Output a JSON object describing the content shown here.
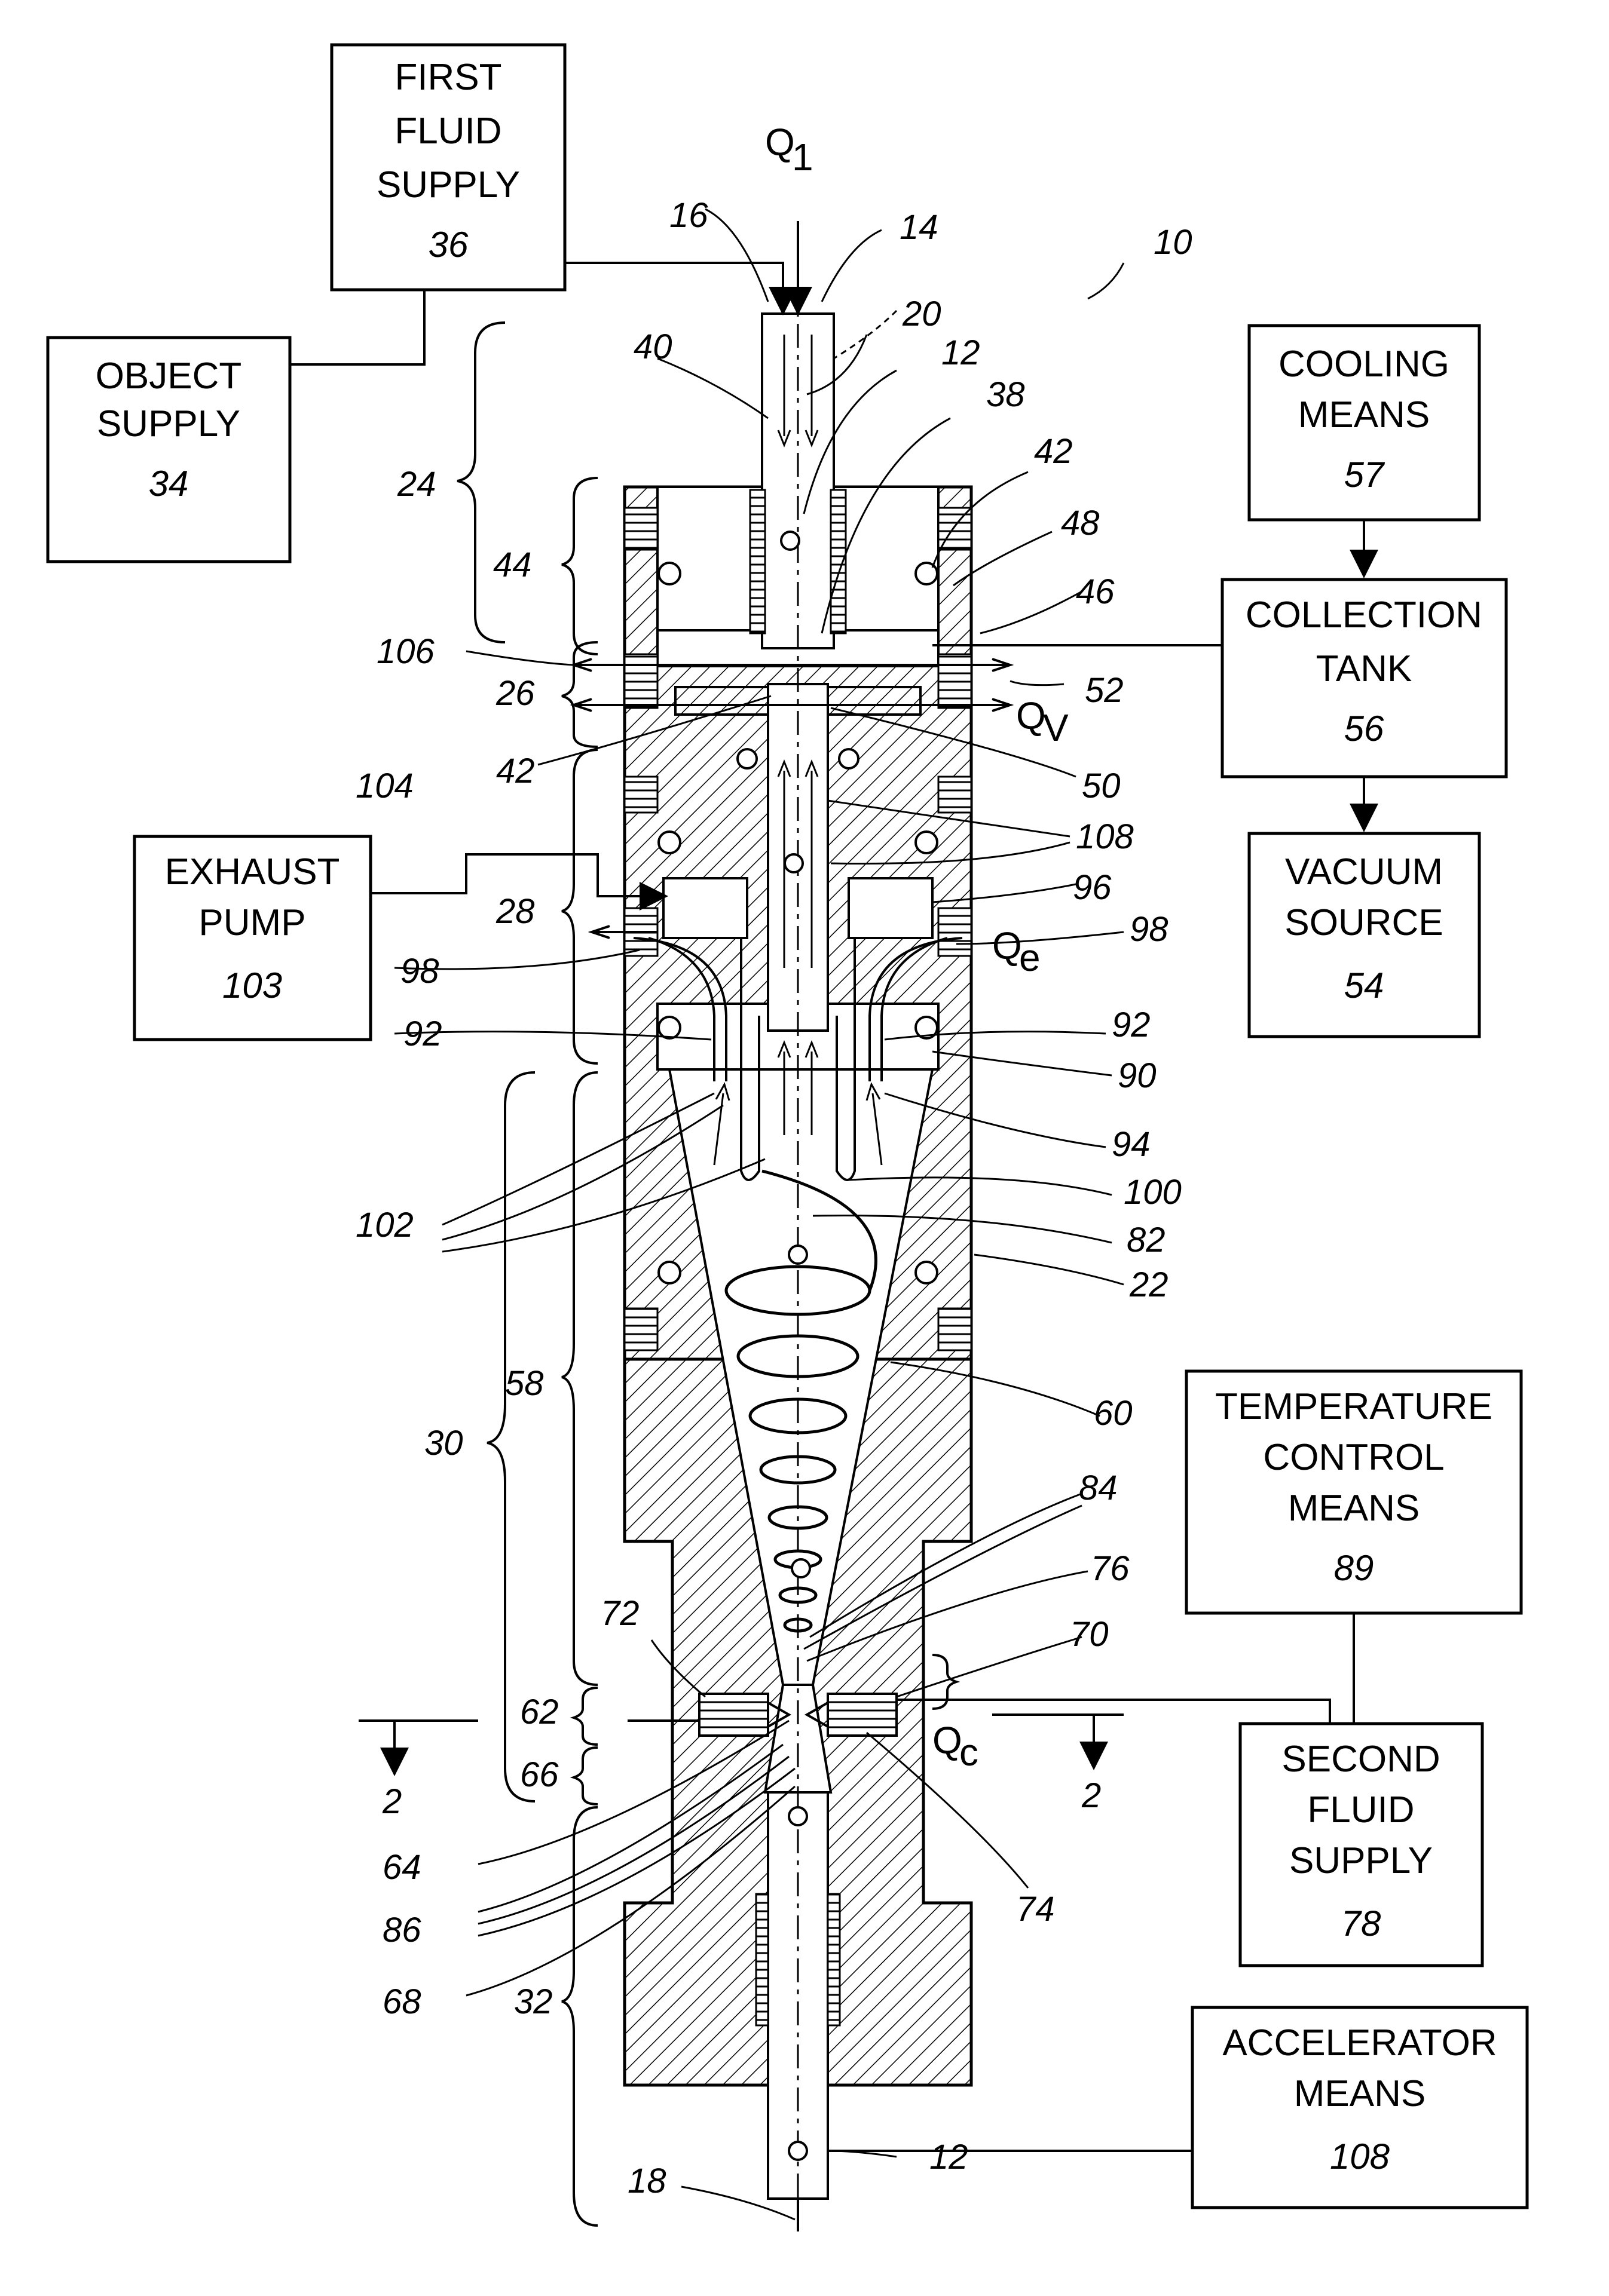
{
  "blocks": {
    "first_fluid_supply": {
      "label": [
        "FIRST",
        "FLUID",
        "SUPPLY"
      ],
      "number": "36"
    },
    "object_supply": {
      "label": [
        "OBJECT",
        "SUPPLY"
      ],
      "number": "34"
    },
    "cooling_means": {
      "label": [
        "COOLING",
        "MEANS"
      ],
      "number": "57"
    },
    "collection_tank": {
      "label": [
        "COLLECTION",
        "TANK"
      ],
      "number": "56"
    },
    "vacuum_source": {
      "label": [
        "VACUUM",
        "SOURCE"
      ],
      "number": "54"
    },
    "exhaust_pump": {
      "label": [
        "EXHAUST",
        "PUMP"
      ],
      "number": "103"
    },
    "temperature_control_means": {
      "label": [
        "TEMPERATURE",
        "CONTROL",
        "MEANS"
      ],
      "number": "89"
    },
    "second_fluid_supply": {
      "label": [
        "SECOND",
        "FLUID",
        "SUPPLY"
      ],
      "number": "78"
    },
    "accelerator_means": {
      "label": [
        "ACCELERATOR",
        "MEANS"
      ],
      "number": "108"
    }
  },
  "flows": {
    "q1": {
      "main": "Q",
      "sub": "1"
    },
    "qv": {
      "main": "Q",
      "sub": "V"
    },
    "qe": {
      "main": "Q",
      "sub": "e"
    },
    "qc": {
      "main": "Q",
      "sub": "c"
    }
  },
  "refs": {
    "r16": "16",
    "r14": "14",
    "r10": "10",
    "r20": "20",
    "r40": "40",
    "r12a": "12",
    "r38": "38",
    "r42a": "42",
    "r48": "48",
    "r46": "46",
    "r24": "24",
    "r44": "44",
    "r106": "106",
    "r26": "26",
    "r52": "52",
    "r42b": "42",
    "r50": "50",
    "r104": "104",
    "r108": "108",
    "r96": "96",
    "r28": "28",
    "r98a": "98",
    "r98b": "98",
    "r92a": "92",
    "r92b": "92",
    "r90": "90",
    "r94": "94",
    "r100": "100",
    "r102": "102",
    "r82": "82",
    "r22": "22",
    "r58": "58",
    "r30": "30",
    "r60": "60",
    "r84": "84",
    "r76": "76",
    "r72": "72",
    "r70": "70",
    "r62": "62",
    "r66": "66",
    "r2a": "2",
    "r2b": "2",
    "r64": "64",
    "r74": "74",
    "r86": "86",
    "r68": "68",
    "r32": "32",
    "r12b": "12",
    "r18": "18"
  }
}
